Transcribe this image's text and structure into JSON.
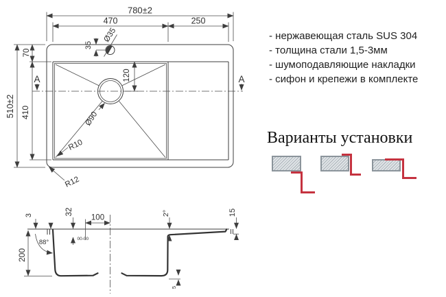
{
  "features": {
    "items": [
      "- нержавеющая сталь SUS 304",
      "- толщина стали 1,5-3мм",
      "- шумоподавляющие накладки",
      "- сифон и крепежи в комплекте"
    ]
  },
  "install": {
    "title": "Варианты установки"
  },
  "top_view": {
    "overall_width": "780±2",
    "bowl_width": "470",
    "wing_width": "250",
    "overall_depth": "510±2",
    "bowl_depth": "410",
    "rim_offset": "70",
    "faucet_offset": "35",
    "faucet_hole": "Ø35",
    "drain_offset": "120",
    "drain_diameter": "Ø90",
    "inner_radius": "R10",
    "outer_radius": "R12",
    "section_letter": "A"
  },
  "section_view": {
    "edge_drop": "3",
    "wall_angle": "88°",
    "depth": "200",
    "rim_drop": "32",
    "pad_mark": "00-00",
    "drain_to_center": "100",
    "slope": "2°",
    "wing_edge": "15",
    "bottom_step": "5"
  }
}
